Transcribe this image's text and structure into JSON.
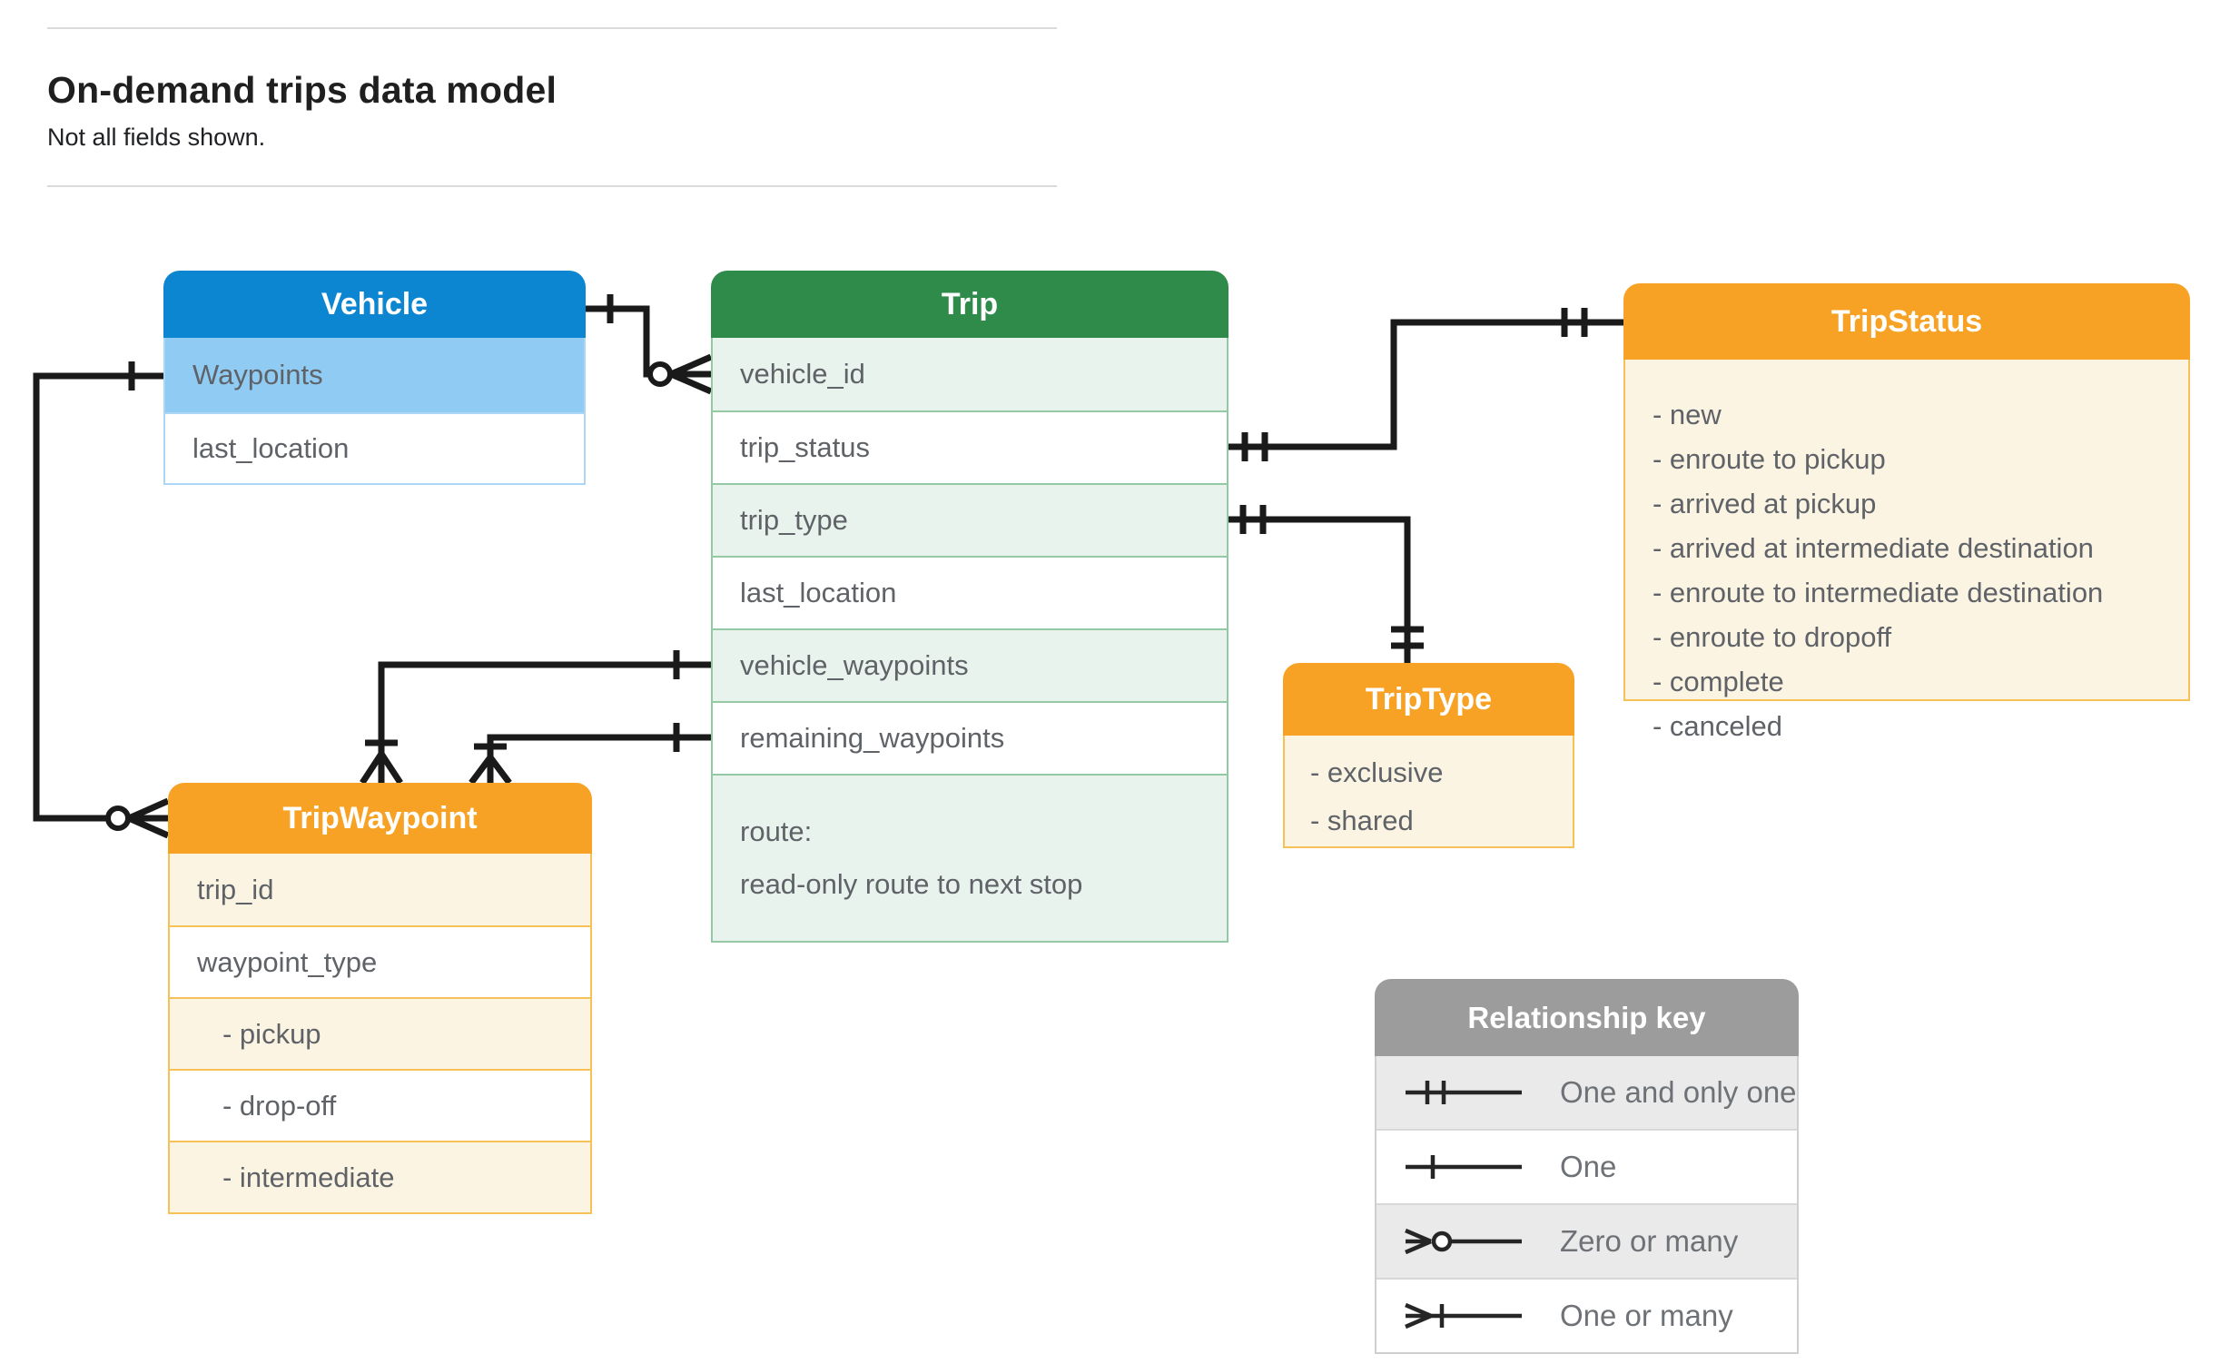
{
  "page": {
    "title": "On-demand trips data model",
    "subtitle": "Not all fields shown."
  },
  "colors": {
    "blue_header": "#0d86d2",
    "blue_highlight_row": "#8fcbf2",
    "green_header": "#2e8b49",
    "green_row": "#e9f3ed",
    "green_border": "#93c9a5",
    "orange_header": "#f7a224",
    "cream_row": "#fcf4e3",
    "orange_border": "#f6c157",
    "gray_header": "#9c9c9c",
    "gray_row": "#eaeaea",
    "row_text": "#5f6368",
    "connector_line": "#1a1a1a"
  },
  "entities": {
    "vehicle": {
      "title": "Vehicle",
      "rows": [
        {
          "label": "Waypoints"
        },
        {
          "label": "last_location"
        }
      ]
    },
    "trip": {
      "title": "Trip",
      "rows": [
        {
          "label": "vehicle_id"
        },
        {
          "label": "trip_status"
        },
        {
          "label": "trip_type"
        },
        {
          "label": "last_location"
        },
        {
          "label": "vehicle_waypoints"
        },
        {
          "label": "remaining_waypoints"
        },
        {
          "label": "route:",
          "sub": "read-only route to next stop"
        }
      ]
    },
    "trip_status": {
      "title": "TripStatus",
      "items": [
        "- new",
        "- enroute to pickup",
        "- arrived at pickup",
        "- arrived at intermediate destination",
        "- enroute to intermediate destination",
        "- enroute to dropoff",
        "- complete",
        "- canceled"
      ]
    },
    "trip_waypoint": {
      "title": "TripWaypoint",
      "rows": [
        {
          "label": "trip_id"
        },
        {
          "label": "waypoint_type"
        },
        {
          "label": "- pickup"
        },
        {
          "label": "- drop-off"
        },
        {
          "label": "- intermediate"
        }
      ]
    },
    "trip_type": {
      "title": "TripType",
      "items": [
        "- exclusive",
        "- shared"
      ]
    }
  },
  "relationships": [
    {
      "from": "Vehicle",
      "to": "Trip.vehicle_id",
      "from_end": "one",
      "to_end": "zero or many"
    },
    {
      "from": "Vehicle.Waypoints",
      "to": "TripWaypoint",
      "from_end": "one",
      "to_end": "zero or many"
    },
    {
      "from": "Trip.trip_status",
      "to": "TripStatus",
      "from_end": "one and only one",
      "to_end": "one and only one"
    },
    {
      "from": "Trip.trip_type",
      "to": "TripType",
      "from_end": "one and only one",
      "to_end": "one and only one"
    },
    {
      "from": "Trip.vehicle_waypoints",
      "to": "TripWaypoint",
      "from_end": "one",
      "to_end": "one or many"
    },
    {
      "from": "Trip.remaining_waypoints",
      "to": "TripWaypoint",
      "from_end": "one",
      "to_end": "one or many"
    }
  ],
  "legend": {
    "title": "Relationship key",
    "rows": [
      {
        "icon": "one-and-only-one-icon",
        "label": "One and only one"
      },
      {
        "icon": "one-icon",
        "label": "One"
      },
      {
        "icon": "zero-or-many-icon",
        "label": "Zero or many"
      },
      {
        "icon": "one-or-many-icon",
        "label": "One or many"
      }
    ]
  }
}
